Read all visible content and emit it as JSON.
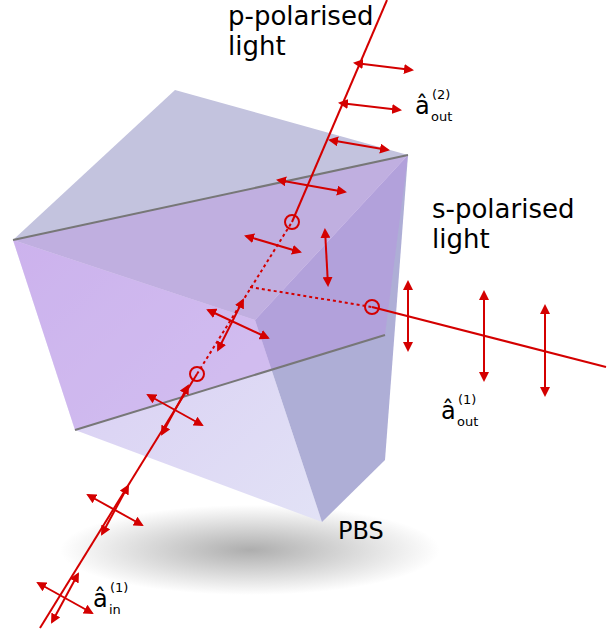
{
  "diagram": {
    "labels": [
      "p-polarised light",
      "â",
      "(2)",
      "out",
      "s-polarised light",
      "â",
      "(1)",
      "out",
      "PBS",
      "â",
      "(1)",
      "in"
    ]
  }
}
